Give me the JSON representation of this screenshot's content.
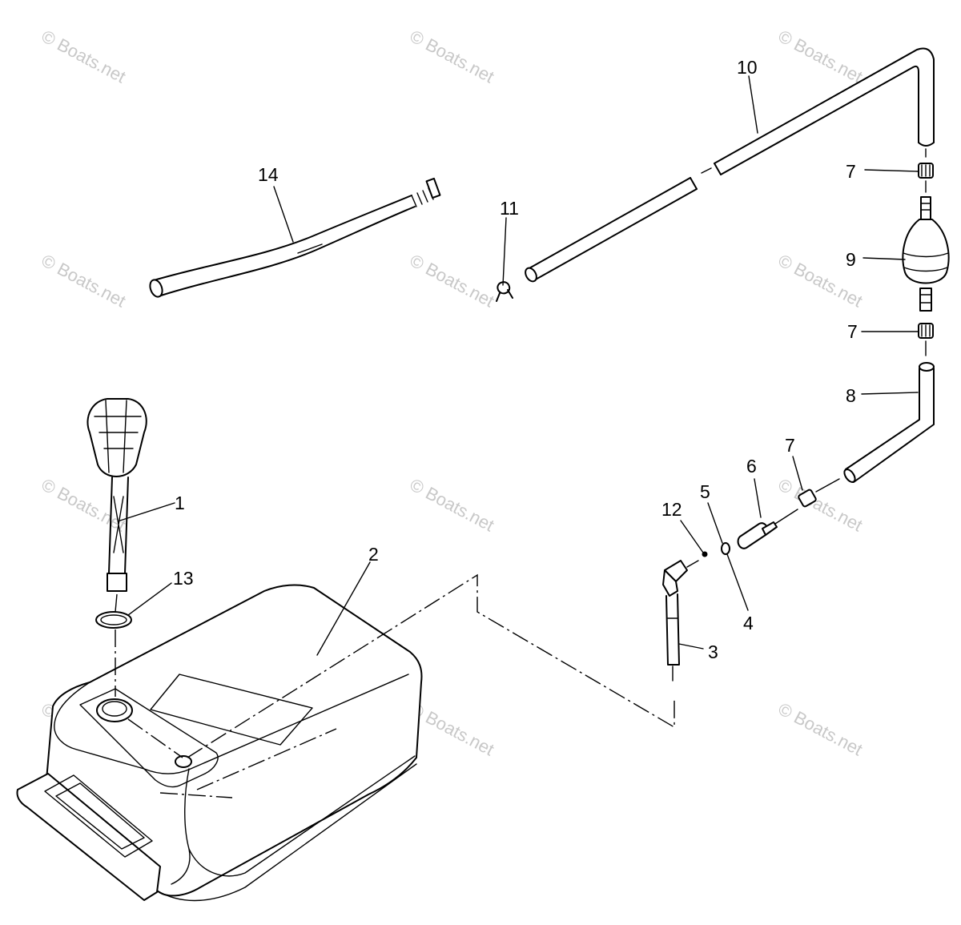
{
  "watermark": "© Boats.net",
  "callouts": {
    "n1": "1",
    "n2": "2",
    "n3": "3",
    "n4": "4",
    "n5": "5",
    "n6": "6",
    "n7": "7",
    "n8": "8",
    "n9": "9",
    "n10": "10",
    "n11": "11",
    "n12": "12",
    "n13": "13",
    "n14": "14"
  }
}
